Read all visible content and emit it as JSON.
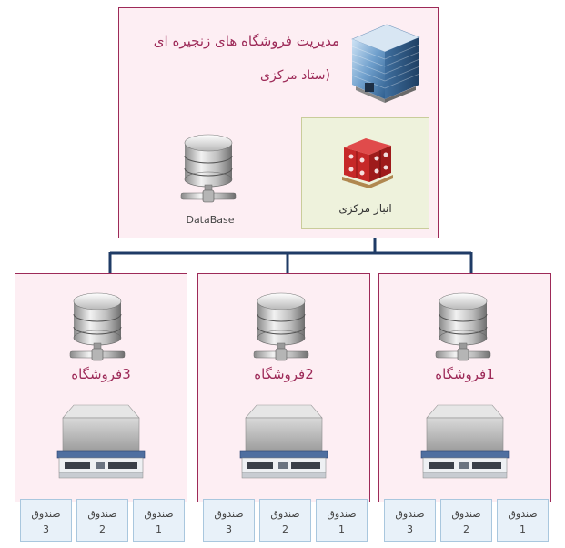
{
  "hq": {
    "title": "مدیریت فروشگاه های زنجیره ای",
    "subtitle": "(ستاد مرکزی",
    "building_icon": "office-building-icon",
    "database_label": "DataBase",
    "warehouse_label": "انبار مرکزی"
  },
  "stores": [
    {
      "name": "3فروشگاه",
      "registers": [
        {
          "label": "صندوق",
          "num": "3"
        },
        {
          "label": "صندوق",
          "num": "2"
        },
        {
          "label": "صندوق",
          "num": "1"
        }
      ]
    },
    {
      "name": "2فروشگاه",
      "registers": [
        {
          "label": "صندوق",
          "num": "3"
        },
        {
          "label": "صندوق",
          "num": "2"
        },
        {
          "label": "صندوق",
          "num": "1"
        }
      ]
    },
    {
      "name": "1فروشگاه",
      "registers": [
        {
          "label": "صندوق",
          "num": "3"
        },
        {
          "label": "صندوق",
          "num": "2"
        },
        {
          "label": "صندوق",
          "num": "1"
        }
      ]
    }
  ],
  "colors": {
    "accent": "#9d2a58",
    "box_fill": "#fdeef3",
    "connector": "#1f3b66",
    "warehouse_fill": "#eef2dc",
    "register_fill": "#e8f1f9"
  }
}
